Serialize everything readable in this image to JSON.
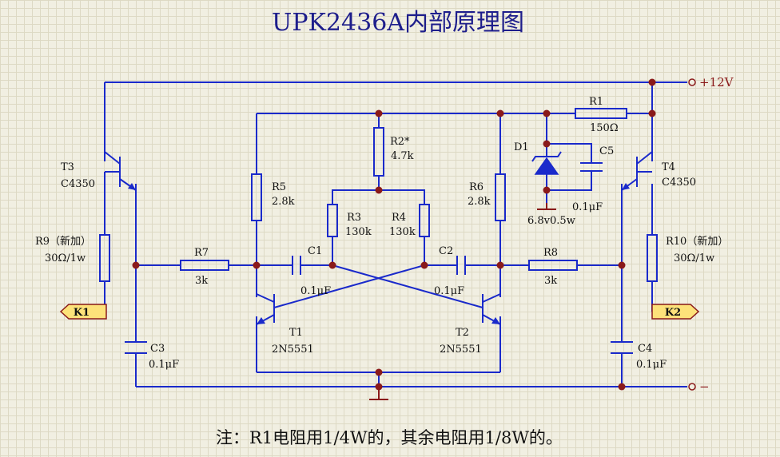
{
  "title": "UPK2436A内部原理图",
  "note": "注：R1电阻用1/4W的，其余电阻用1/8W的。",
  "power_label": "+12V",
  "ground_label": "−",
  "ports": {
    "k1": "K1",
    "k2": "K2"
  },
  "components": {
    "t3": {
      "ref": "T3",
      "value": "C4350"
    },
    "t4": {
      "ref": "T4",
      "value": "C4350"
    },
    "t1": {
      "ref": "T1",
      "value": "2N5551"
    },
    "t2": {
      "ref": "T2",
      "value": "2N5551"
    },
    "r1": {
      "ref": "R1",
      "value": "150Ω"
    },
    "r2": {
      "ref": "R2*",
      "value": "4.7k"
    },
    "r3": {
      "ref": "R3",
      "value": "130k"
    },
    "r4": {
      "ref": "R4",
      "value": "130k"
    },
    "r5": {
      "ref": "R5",
      "value": "2.8k"
    },
    "r6": {
      "ref": "R6",
      "value": "2.8k"
    },
    "r7": {
      "ref": "R7",
      "value": "3k"
    },
    "r8": {
      "ref": "R8",
      "value": "3k"
    },
    "r9": {
      "ref": "R9（新加）",
      "value": "30Ω/1w"
    },
    "r10": {
      "ref": "R10（新加）",
      "value": "30Ω/1w"
    },
    "c1": {
      "ref": "C1",
      "value": "0.1μF"
    },
    "c2": {
      "ref": "C2",
      "value": "0.1μF"
    },
    "c3": {
      "ref": "C3",
      "value": "0.1μF"
    },
    "c4": {
      "ref": "C4",
      "value": "0.1μF"
    },
    "c5": {
      "ref": "C5",
      "value": "0.1μF"
    },
    "d1": {
      "ref": "D1",
      "value": "6.8v0.5w"
    }
  }
}
